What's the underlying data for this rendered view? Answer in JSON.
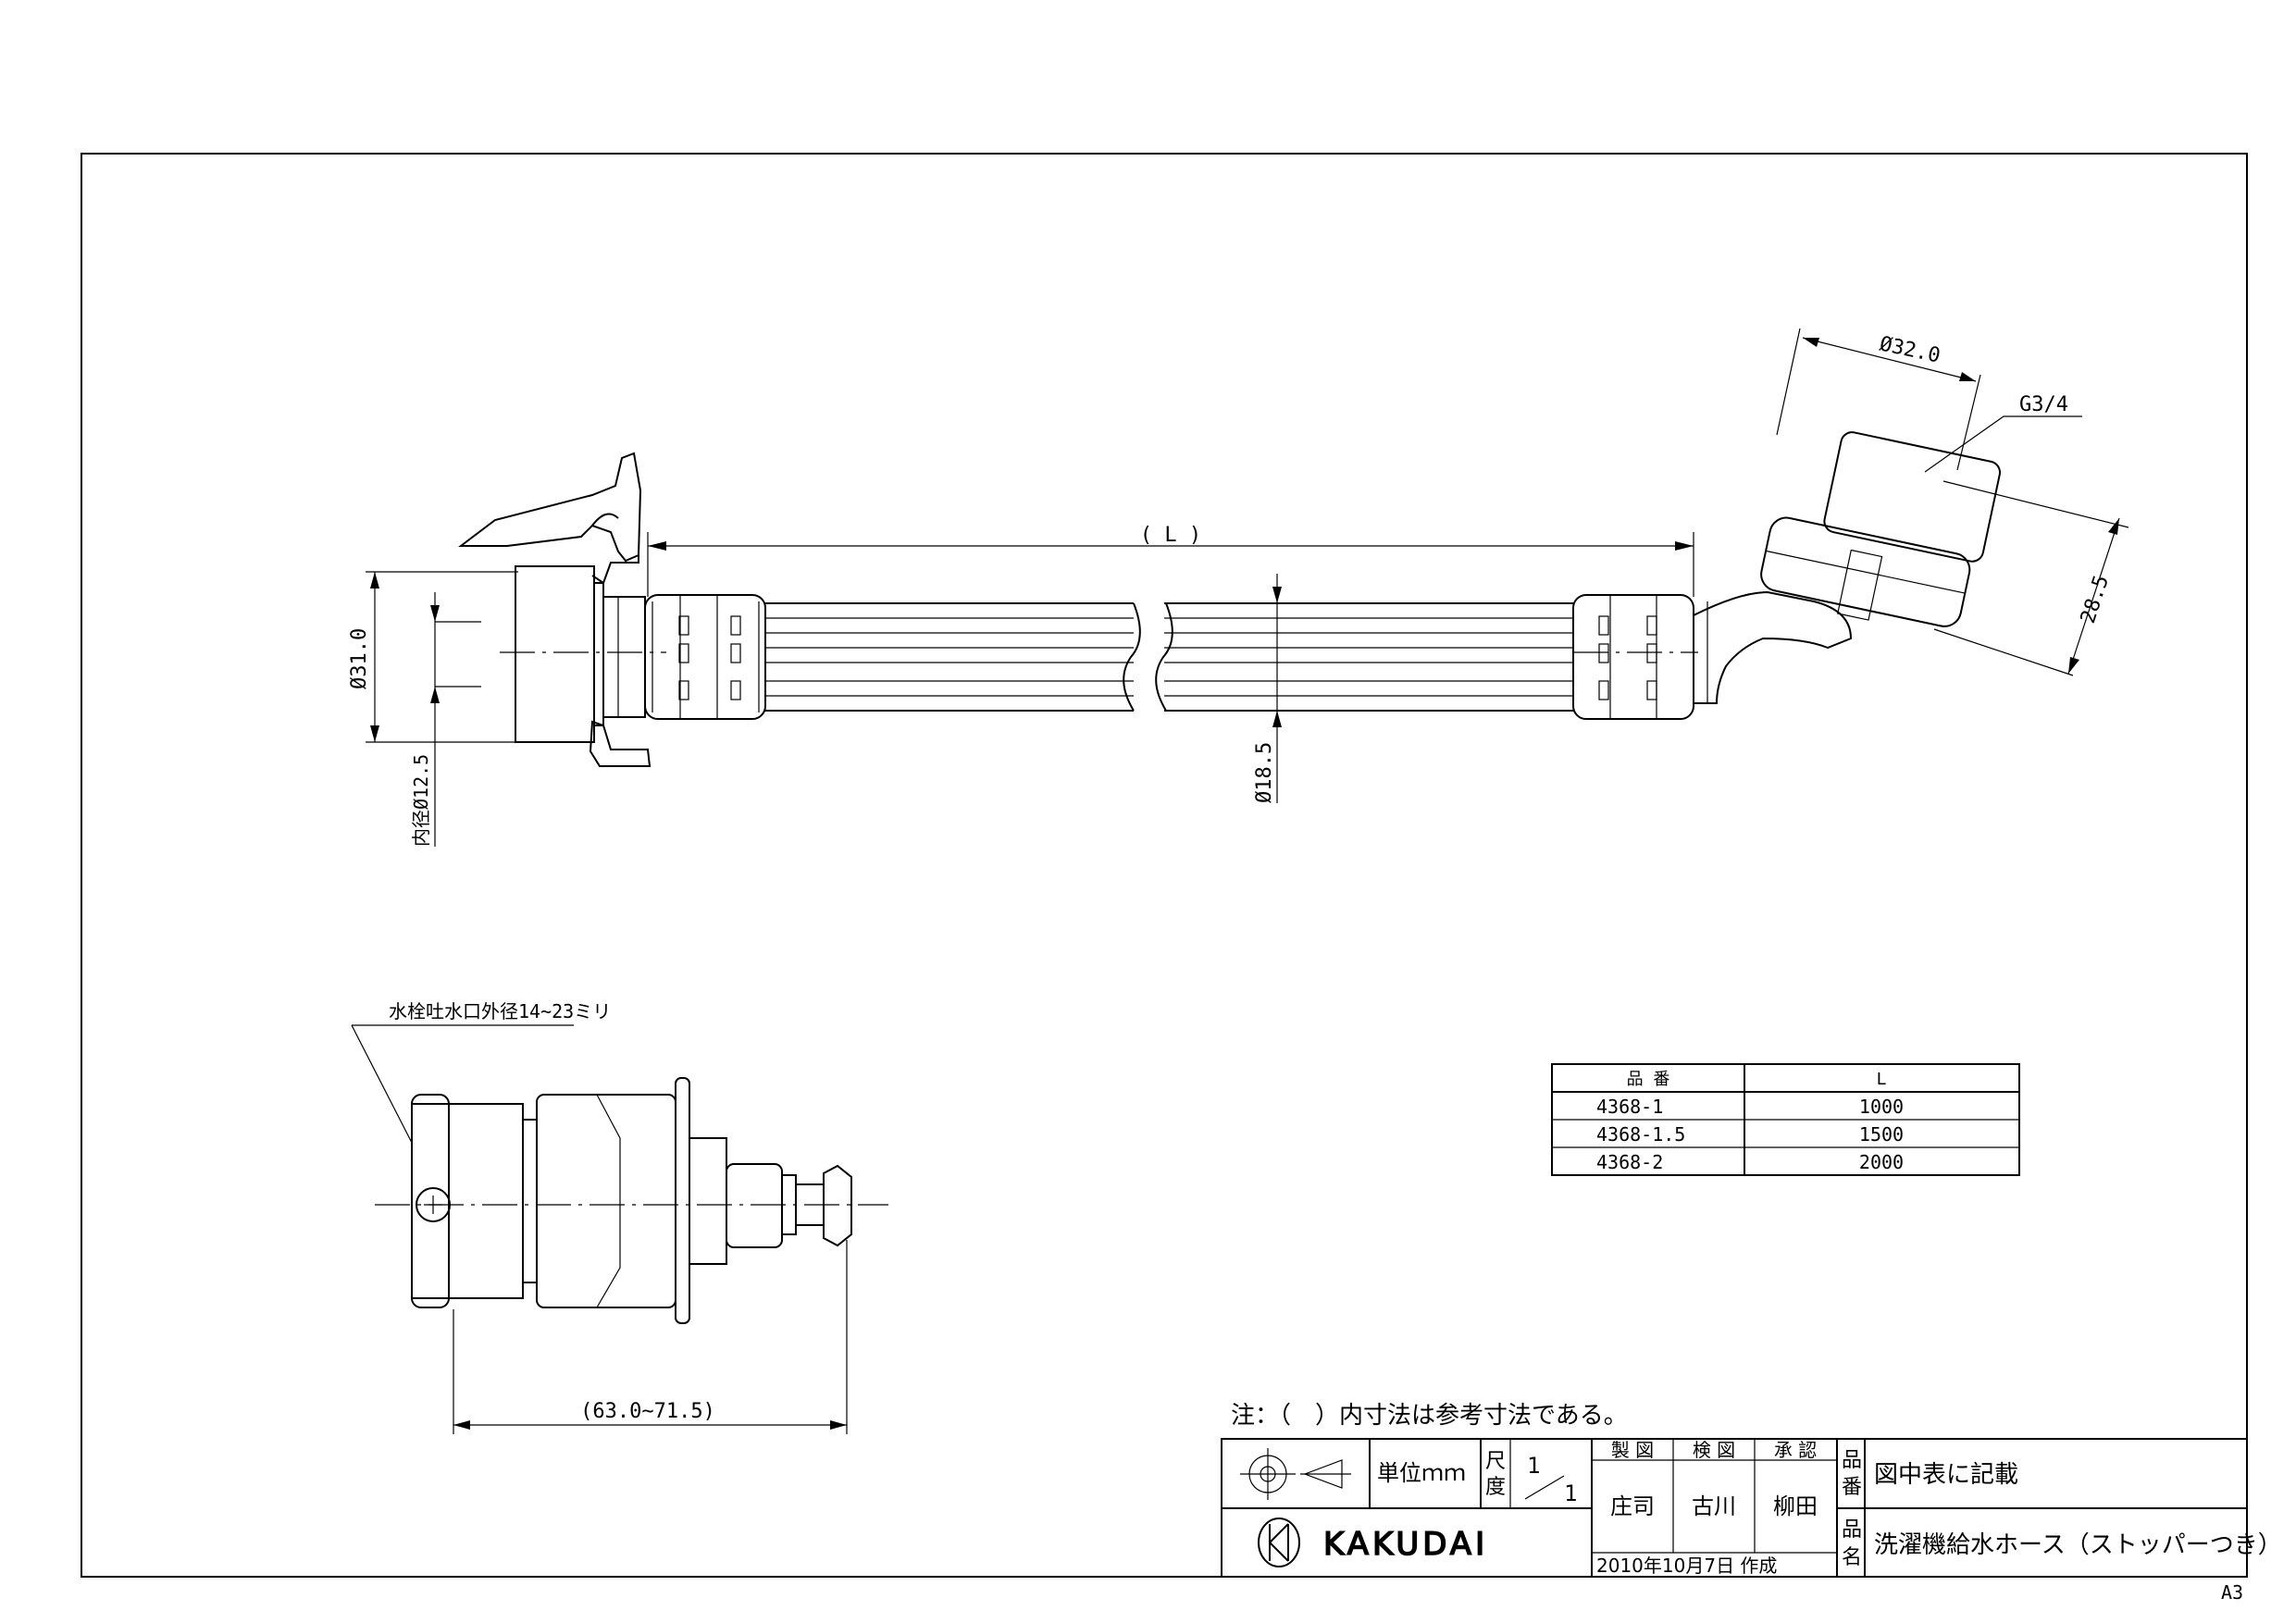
{
  "drawing": {
    "dimensions": {
      "length": "( L )",
      "dia_32": "Ø32.0",
      "thread": "G3/4",
      "dim_28_5": "28.5",
      "dia_31": "Ø31.0",
      "bore": "内径Ø12.5",
      "dia_18_5": "Ø18.5",
      "faucet_note": "水栓吐水口外径14~23ミリ",
      "range": "(63.0~71.5)"
    },
    "table": {
      "headers": [
        "品 番",
        "L"
      ],
      "rows": [
        {
          "part": "4368-1",
          "length": "1000"
        },
        {
          "part": "4368-1.5",
          "length": "1500"
        },
        {
          "part": "4368-2",
          "length": "2000"
        }
      ]
    },
    "note": "注：（　）内寸法は参考寸法である。"
  },
  "title_block": {
    "unit_label": "単位ｍｍ",
    "scale_label": [
      "尺",
      "度"
    ],
    "scale_num": "1",
    "scale_den": "1",
    "roles": [
      "製 図",
      "検 図",
      "承 認"
    ],
    "names": [
      "庄司",
      "古川",
      "柳田"
    ],
    "date": "2010年10月7日 作成",
    "number_label": [
      "品",
      "番"
    ],
    "number_value": "図中表に記載",
    "name_label": [
      "品",
      "名"
    ],
    "name_value": "洗濯機給水ホース（ストッパーつき）",
    "brand": "KAKUDAI"
  },
  "sheet_size": "A3"
}
